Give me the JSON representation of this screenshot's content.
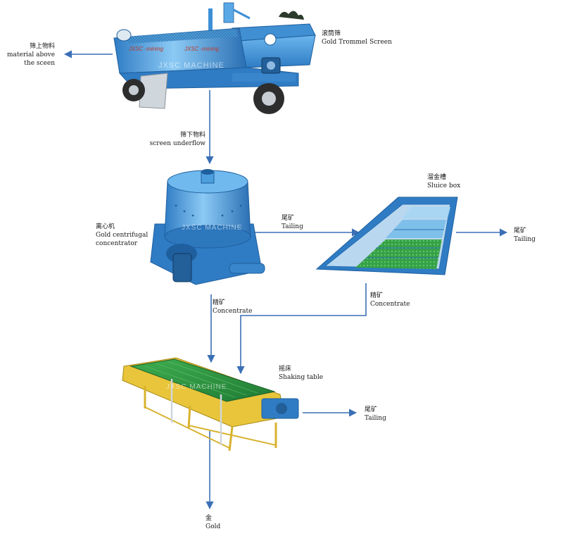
{
  "diagram": {
    "colors": {
      "arrow": "#3b6fb5",
      "machine_blue": "#3d8fd6",
      "machine_dark": "#1f5f9e",
      "table_yellow": "#e8c53a",
      "table_green": "#2e8b4a",
      "sluice_green": "#3fae4f"
    },
    "watermark": "JXSC MACHINE",
    "trommel": {
      "label_cn": "滚筒筛",
      "label_en": "Gold Trommel Screen",
      "brand_left": "JXSC -mining",
      "brand_right": "JXSC -mining"
    },
    "oversize": {
      "label_cn": "筛上物料",
      "label_en1": "material above",
      "label_en2": "the sceen"
    },
    "underflow": {
      "label_cn": "筛下物料",
      "label_en": "screen underflow"
    },
    "centrifuge": {
      "label_cn": "离心机",
      "label_en1": "Gold centrifugal",
      "label_en2": "concentrator"
    },
    "tailing_1": {
      "label_cn": "尾矿",
      "label_en": "Tailing"
    },
    "sluice": {
      "label_cn": "溜金槽",
      "label_en": "Sluice box"
    },
    "tailing_2": {
      "label_cn": "尾矿",
      "label_en": "Tailing"
    },
    "concentrate_1": {
      "label_cn": "精矿",
      "label_en": "Concentrate"
    },
    "concentrate_2": {
      "label_cn": "精矿",
      "label_en": "Concentrate"
    },
    "shaking_table": {
      "label_cn": "摇床",
      "label_en": "Shaking table"
    },
    "tailing_3": {
      "label_cn": "尾矿",
      "label_en": "Tailing"
    },
    "gold": {
      "label_cn": "金",
      "label_en": "Gold"
    }
  }
}
